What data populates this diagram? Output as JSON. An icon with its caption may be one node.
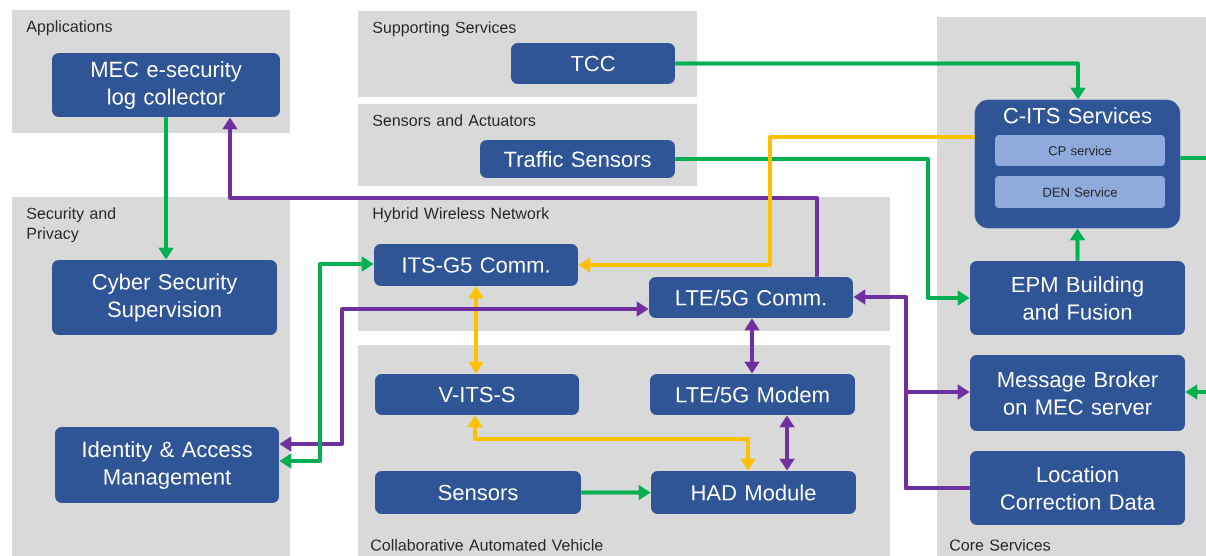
{
  "diagram": {
    "nodes": [
      {
        "text": [
          "Applications"
        ]
      },
      {
        "text": [
          "MEC e-security log collector"
        ],
        "in": 0
      },
      {
        "text": [
          "Supporting Services"
        ]
      },
      {
        "text": [
          "TCC"
        ],
        "in": 2
      },
      {
        "text": [
          "Sensors and Actuators"
        ]
      },
      {
        "text": [
          "Traffic Sensors"
        ],
        "in": 4
      },
      {
        "text": [
          "Core Services"
        ]
      },
      {
        "text": [
          "C-ITS Services"
        ],
        "in": 6
      },
      {
        "text": [
          "CP service"
        ],
        "in": 7
      },
      {
        "text": [
          "DEN Service"
        ],
        "in": 7
      },
      {
        "text": [
          "EPM Building and Fusion"
        ],
        "in": 6
      },
      {
        "text": [
          "Message Broker on MEC server"
        ],
        "in": 6
      },
      {
        "text": [
          "Location Correction Data"
        ],
        "in": 6
      },
      {
        "text": [
          "Security and Privacy"
        ]
      },
      {
        "text": [
          "Cyber Security Supervision"
        ],
        "in": 13
      },
      {
        "text": [
          "Identity & Access Management"
        ],
        "in": 13
      },
      {
        "text": [
          "Hybrid Wireless Network"
        ]
      },
      {
        "text": [
          "ITS-G5 Comm."
        ],
        "in": 16
      },
      {
        "text": [
          "LTE/5G Comm."
        ],
        "in": 16
      },
      {
        "text": [
          "Collaborative Automated Vehicle"
        ]
      },
      {
        "text": [
          "V-ITS-S"
        ],
        "in": 19
      },
      {
        "text": [
          "LTE/5G Modem"
        ],
        "in": 19
      },
      {
        "text": [
          "Sensors"
        ],
        "in": 19
      },
      {
        "text": [
          "HAD Module"
        ],
        "in": 19
      }
    ],
    "edges": [
      {
        "from": 1,
        "to": 14,
        "arrow": "to",
        "color": "#00b050"
      },
      {
        "from": 18,
        "to": 1,
        "arrow": "to",
        "color": "#7030a0"
      },
      {
        "from": 3,
        "to": 7,
        "arrow": "to",
        "color": "#00b050"
      },
      {
        "from": 5,
        "to": 10,
        "arrow": "to",
        "color": "#00b050"
      },
      {
        "from": 10,
        "to": 7,
        "arrow": "to",
        "color": "#00b050"
      },
      {
        "from": 7,
        "to": 17,
        "arrow": "to",
        "color": "#ffc000"
      },
      {
        "from": 17,
        "to": 20,
        "arrow": "both",
        "color": "#ffc000"
      },
      {
        "from": 20,
        "to": 23,
        "arrow": "both",
        "color": "#ffc000"
      },
      {
        "from": 18,
        "to": 21,
        "arrow": "both",
        "color": "#7030a0"
      },
      {
        "from": 21,
        "to": 23,
        "arrow": "both",
        "color": "#7030a0"
      },
      {
        "from": 22,
        "to": 23,
        "arrow": "to",
        "color": "#00b050"
      },
      {
        "from": 15,
        "to": 18,
        "arrow": "both",
        "color": "#7030a0"
      },
      {
        "from": 15,
        "to": 17,
        "arrow": "both",
        "color": "#00b050"
      },
      {
        "from": 12,
        "to": 18,
        "arrow": "to",
        "color": "#7030a0"
      },
      {
        "from": 12,
        "to": 11,
        "arrow": "to",
        "color": "#7030a0"
      },
      {
        "from": 7,
        "to": null,
        "arrow": "none",
        "color": "#00b050"
      },
      {
        "from": null,
        "to": 11,
        "arrow": "to",
        "color": "#00b050"
      }
    ]
  }
}
